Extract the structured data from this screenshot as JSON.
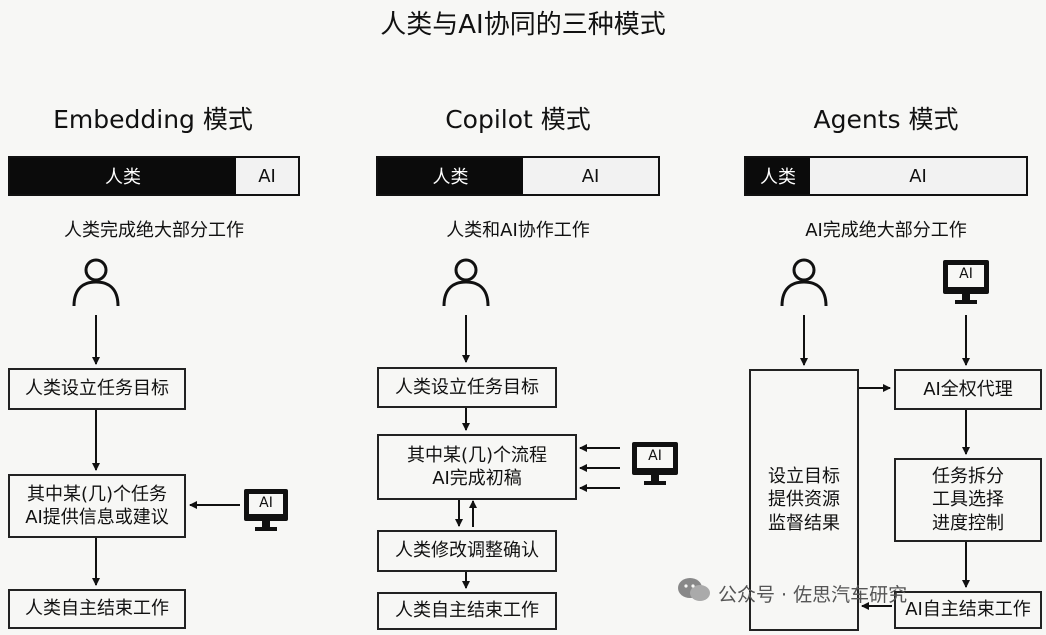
{
  "title": "人类与AI协同的三种模式",
  "panels": {
    "embedding": {
      "title": "Embedding 模式",
      "bar_human": "人类",
      "bar_ai": "AI",
      "subtitle": "人类完成绝大部分工作",
      "box1": "人类设立任务目标",
      "box2_line1": "其中某(几)个任务",
      "box2_line2": "AI提供信息或建议",
      "box3": "人类自主结束工作",
      "ai_icon_label": "AI"
    },
    "copilot": {
      "title": "Copilot 模式",
      "bar_human": "人类",
      "bar_ai": "AI",
      "subtitle": "人类和AI协作工作",
      "box1": "人类设立任务目标",
      "box2_line1": "其中某(几)个流程",
      "box2_line2": "AI完成初稿",
      "box3": "人类修改调整确认",
      "box4": "人类自主结束工作",
      "ai_icon_label": "AI"
    },
    "agents": {
      "title": "Agents 模式",
      "bar_human": "人类",
      "bar_ai": "AI",
      "subtitle": "AI完成绝大部分工作",
      "human_box_line1": "设立目标",
      "human_box_line2": "提供资源",
      "human_box_line3": "监督结果",
      "ai_box1": "AI全权代理",
      "ai_box2_line1": "任务拆分",
      "ai_box2_line2": "工具选择",
      "ai_box2_line3": "进度控制",
      "ai_box3": "AI自主结束工作",
      "ai_icon_label": "AI"
    }
  },
  "watermark": "公众号 · 佐思汽车研究"
}
